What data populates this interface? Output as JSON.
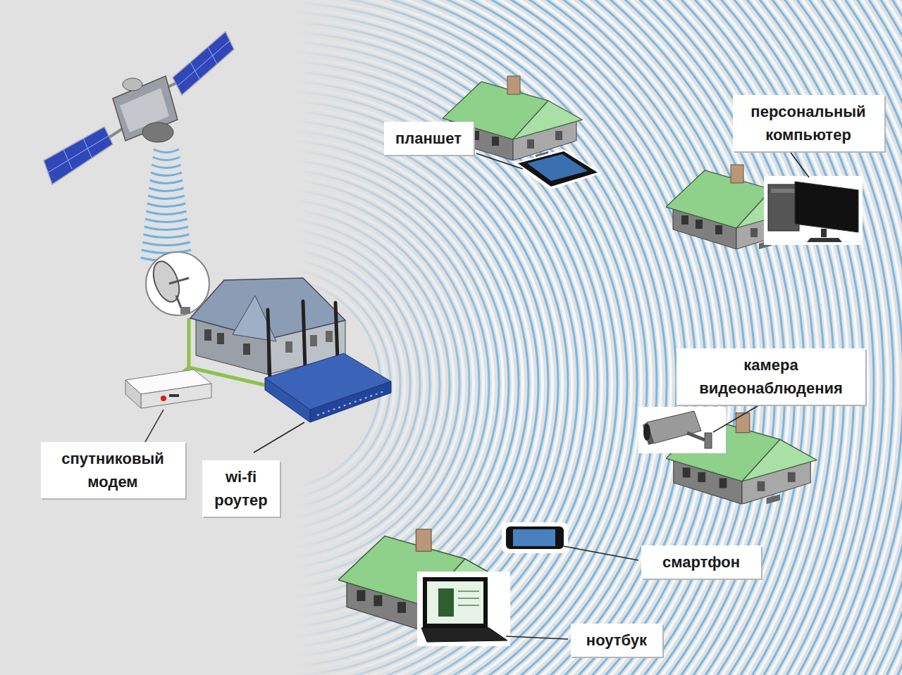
{
  "diagram": {
    "nodes": [
      {
        "text": [
          "персональный компьютер"
        ]
      },
      {
        "text": [
          "планшет"
        ]
      },
      {
        "text": [
          "камера видеонаблюдения"
        ]
      },
      {
        "text": [
          "спутниковый модем"
        ]
      },
      {
        "text": [
          "wi-fi роутер"
        ]
      },
      {
        "text": [
          "смартфон"
        ]
      },
      {
        "text": [
          "ноутбук"
        ]
      }
    ]
  }
}
